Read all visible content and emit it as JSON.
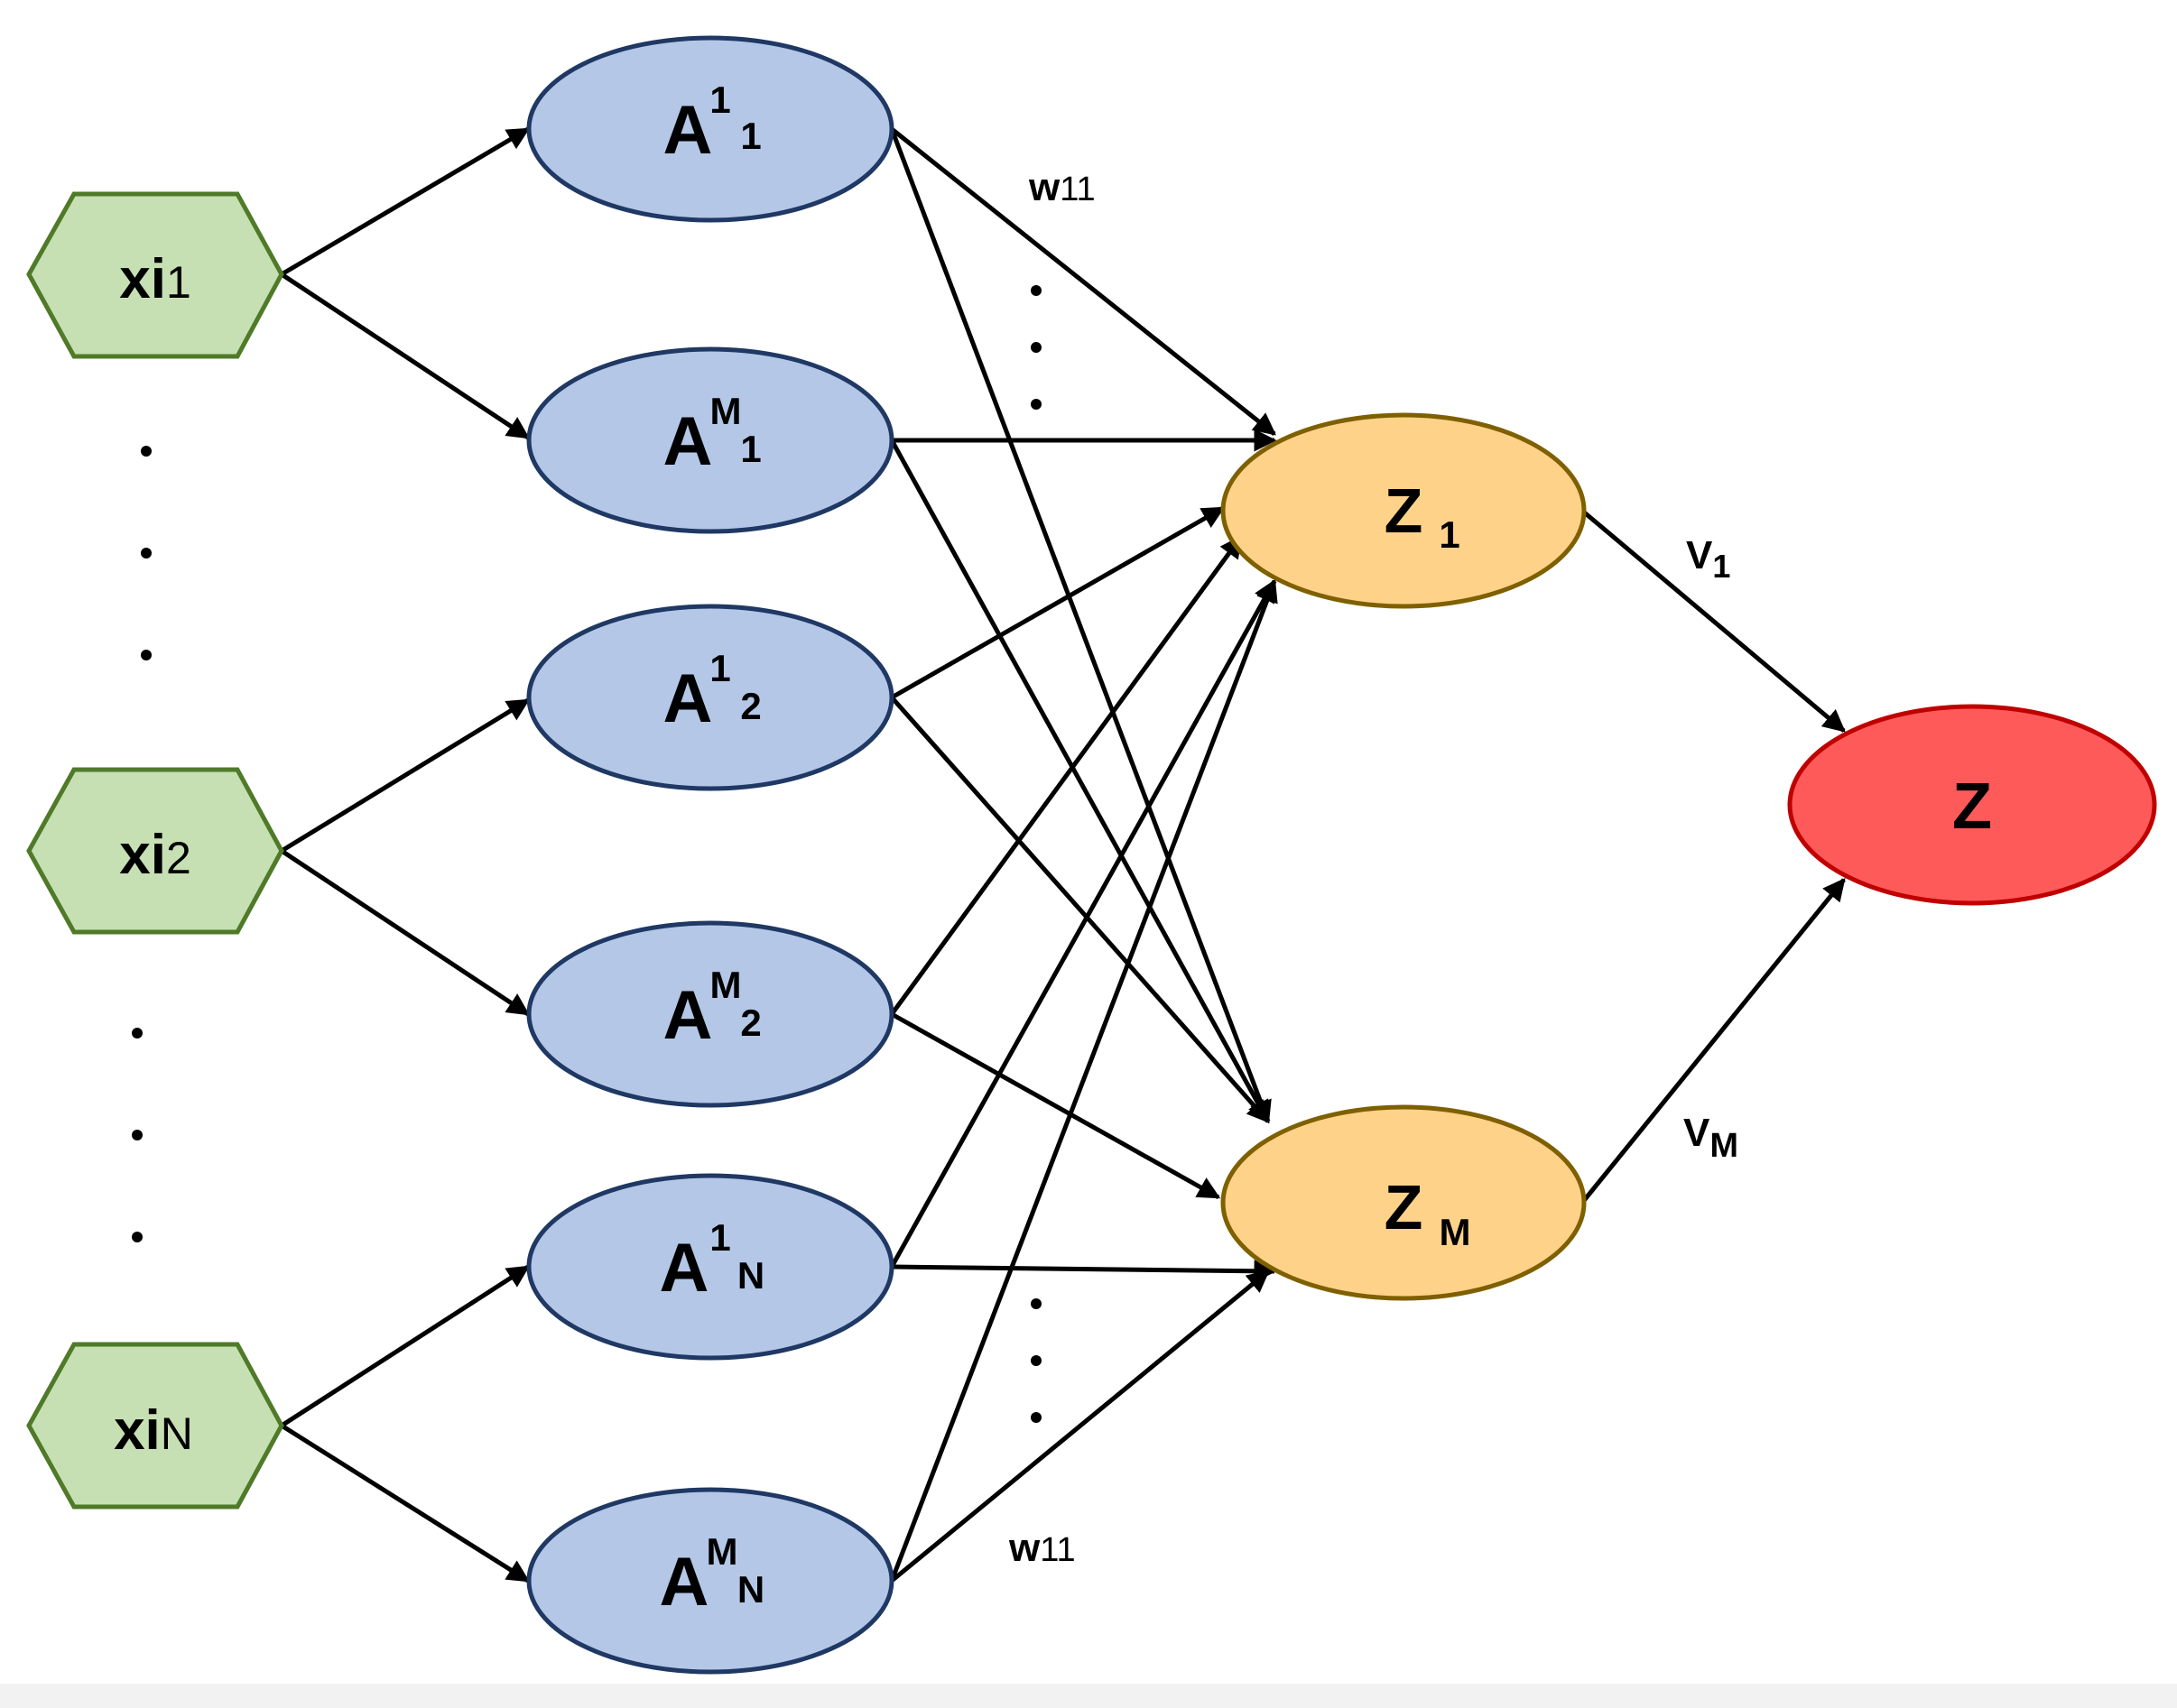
{
  "inputs": [
    {
      "main": "xi",
      "sub": "1"
    },
    {
      "main": "xi",
      "sub": "2"
    },
    {
      "main": "xi",
      "sub": "N"
    }
  ],
  "memberships": [
    {
      "main": "A",
      "sup": "1",
      "sub": "1"
    },
    {
      "main": "A",
      "sup": "M",
      "sub": "1"
    },
    {
      "main": "A",
      "sup": "1",
      "sub": "2"
    },
    {
      "main": "A",
      "sup": "M",
      "sub": "2"
    },
    {
      "main": "A",
      "sup": "1",
      "sub": "N"
    },
    {
      "main": "A",
      "sup": "M",
      "sub": "N"
    }
  ],
  "rules": [
    {
      "main": "Z",
      "sub": "1"
    },
    {
      "main": "Z",
      "sub": "M"
    }
  ],
  "output": {
    "main": "Z"
  },
  "weights": {
    "w_top": {
      "main": "w",
      "sub": "11"
    },
    "w_bottom": {
      "main": "w",
      "sub": "11"
    },
    "v_top": {
      "main": "V",
      "sub": "1"
    },
    "v_bottom": {
      "main": "V",
      "sub": "M"
    }
  },
  "colors": {
    "input_fill": "#c6e0b4",
    "input_stroke": "#4f7a28",
    "membership_fill": "#b4c7e7",
    "membership_stroke": "#1f3864",
    "rule_fill": "#ffd28a",
    "rule_stroke": "#7f6000",
    "output_fill": "#ff5a5a",
    "output_stroke": "#c00000"
  }
}
